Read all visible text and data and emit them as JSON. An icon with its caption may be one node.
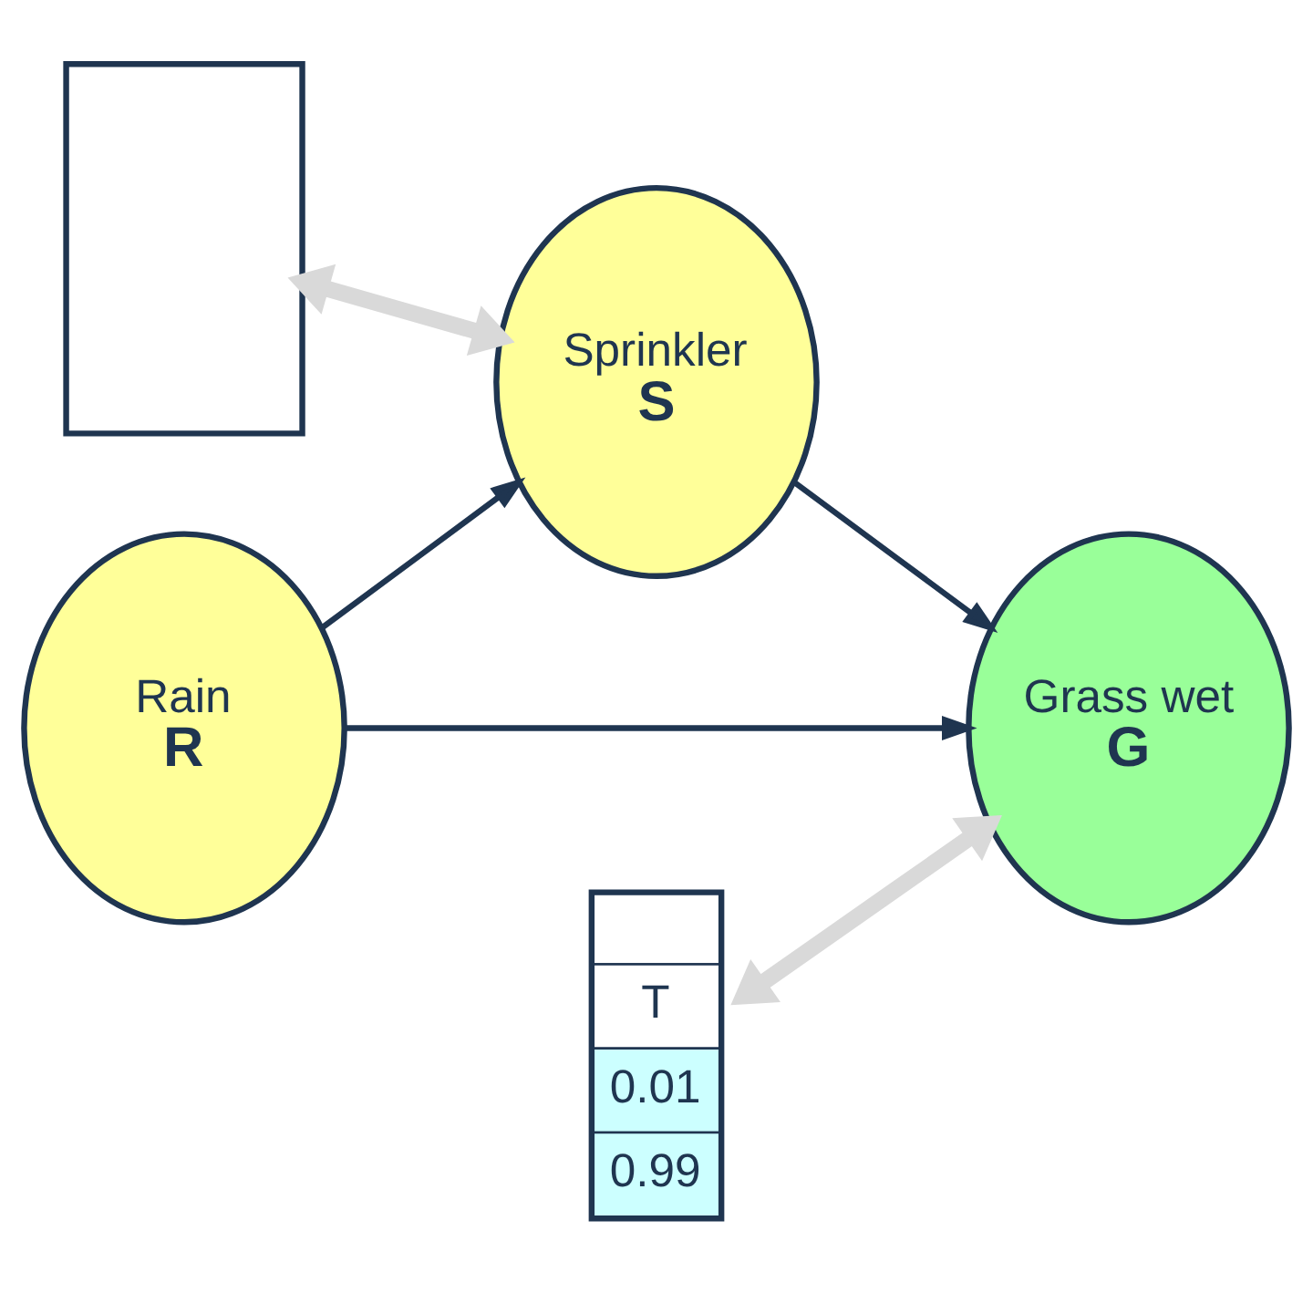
{
  "diagram": {
    "nodes": [
      {
        "text": [],
        "shape": "box"
      },
      {
        "text": [
          "Sprinkler",
          "S"
        ]
      },
      {
        "text": [
          "Rain",
          "R"
        ]
      },
      {
        "text": [
          "T",
          "0.01",
          "0.99"
        ]
      },
      {
        "text": [
          "Grass wet",
          "G"
        ]
      }
    ],
    "edges": [
      {
        "from": 2,
        "to": 1,
        "arrow": "to"
      },
      {
        "from": 1,
        "to": 4,
        "arrow": "to"
      },
      {
        "from": 2,
        "to": 4,
        "arrow": "to"
      },
      {
        "from": 0,
        "to": 1,
        "arrow": "both",
        "style": "thick",
        "color": "#d9d9d9"
      },
      {
        "from": 3,
        "to": 4,
        "arrow": "both",
        "style": "thick",
        "color": "#d9d9d9"
      }
    ]
  }
}
